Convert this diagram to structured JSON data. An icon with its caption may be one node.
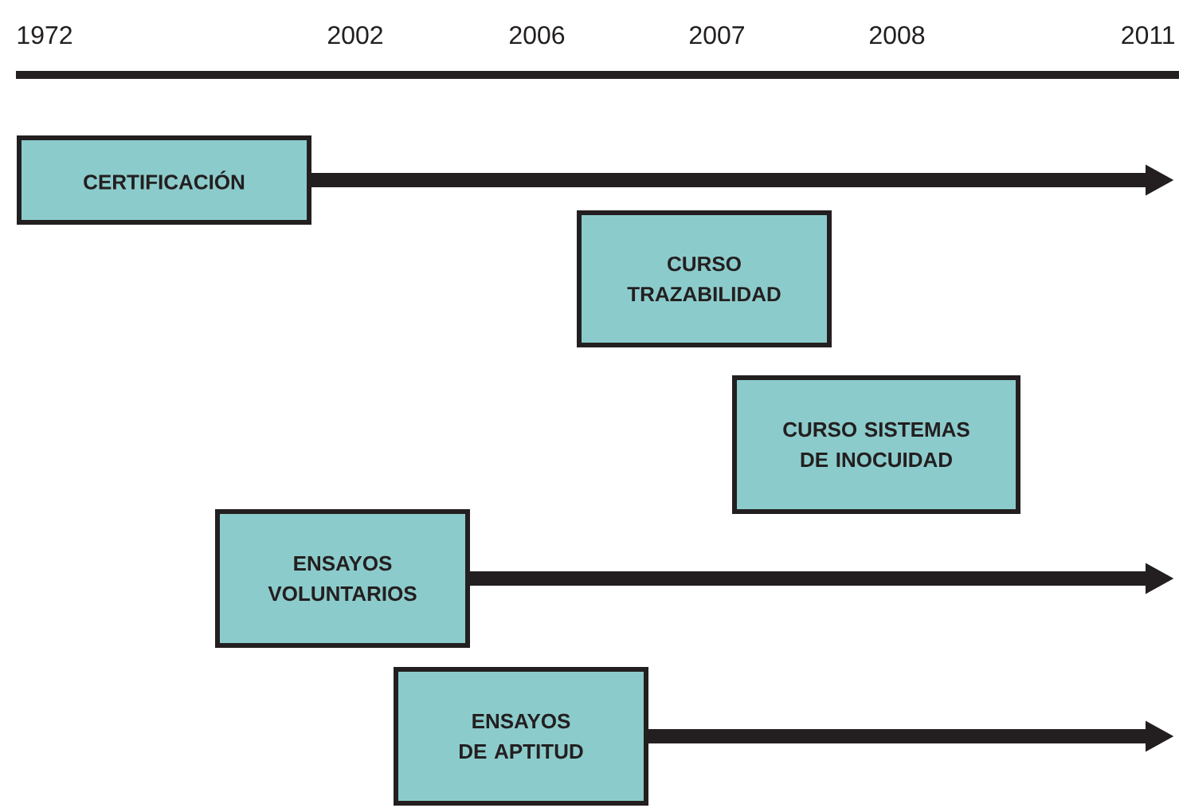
{
  "diagram": {
    "nodes": [
      {
        "text": [
          "CERTIFICACIÓN"
        ]
      },
      {
        "text": [
          "CURSO TRAZABILIDAD"
        ]
      },
      {
        "text": [
          "CURSO SISTEMAS DE INOCUIDAD"
        ]
      },
      {
        "text": [
          "ENSAYOS VOLUNTARIOS"
        ]
      },
      {
        "text": [
          "ENSAYOS DE APTITUD"
        ]
      }
    ],
    "edges": [
      {
        "from": 0,
        "to": null,
        "arrow": "to"
      },
      {
        "from": 3,
        "to": null,
        "arrow": "to"
      },
      {
        "from": 4,
        "to": null,
        "arrow": "to"
      }
    ],
    "labels": [
      "1972",
      "2002",
      "2006",
      "2007",
      "2008",
      "2011"
    ]
  }
}
